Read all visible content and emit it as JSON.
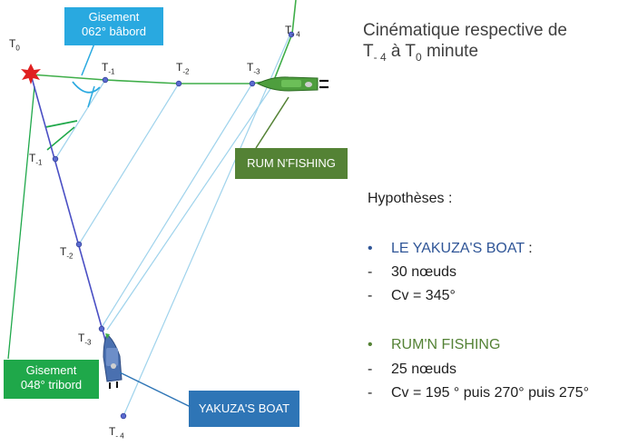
{
  "title": {
    "line1": "Cinématique respective de",
    "t_start_main": "T",
    "t_start_sub": "- 4",
    "middle": " à ",
    "t_end_main": "T",
    "t_end_sub": "0",
    "tail": " minute"
  },
  "callouts": {
    "gisement_babord": {
      "line1": "Gisement",
      "line2": "062° bâbord"
    },
    "gisement_tribord": {
      "line1": "Gisement",
      "line2": "048° tribord"
    },
    "rum_boat": "RUM N'FISHING",
    "yakuza_boat": "YAKUZA'S BOAT"
  },
  "time_labels": {
    "t0": {
      "main": "T",
      "sub": "0"
    },
    "rum": [
      {
        "main": "T",
        "sub": "-1"
      },
      {
        "main": "T",
        "sub": "-2"
      },
      {
        "main": "T",
        "sub": "-3"
      },
      {
        "main": "T",
        "sub": "- 4"
      }
    ],
    "yakuza": [
      {
        "main": "T",
        "sub": "-1"
      },
      {
        "main": "T",
        "sub": "-2"
      },
      {
        "main": "T",
        "sub": "-3"
      },
      {
        "main": "T",
        "sub": "- 4"
      }
    ]
  },
  "hypotheses": {
    "heading": "Hypothèses :",
    "yakuza_title": "LE YAKUZA'S BOAT",
    "yakuza_colon": " :",
    "yakuza_speed": "30 nœuds",
    "yakuza_course": "Cv = 345°",
    "rum_title": "RUM'N FISHING",
    "rum_speed": "25 nœuds",
    "rum_course": "Cv = 195 ° puis 270° puis 275°",
    "bullet": "•",
    "dash": "-"
  },
  "colors": {
    "yakuza": "#4a4fc4",
    "rum": "#3fae49",
    "sightline": "#9fd3ec",
    "callout_blue": "#29a9e0",
    "callout_green": "#1fa84a",
    "rum_box": "#548235",
    "yakuza_box": "#2e75b6",
    "title_blue": "#2f5597",
    "title_green": "#548235",
    "collision_star": "#e02020"
  },
  "icons": [
    "collision-star-icon",
    "rum-boat-icon",
    "yakuza-boat-icon"
  ]
}
